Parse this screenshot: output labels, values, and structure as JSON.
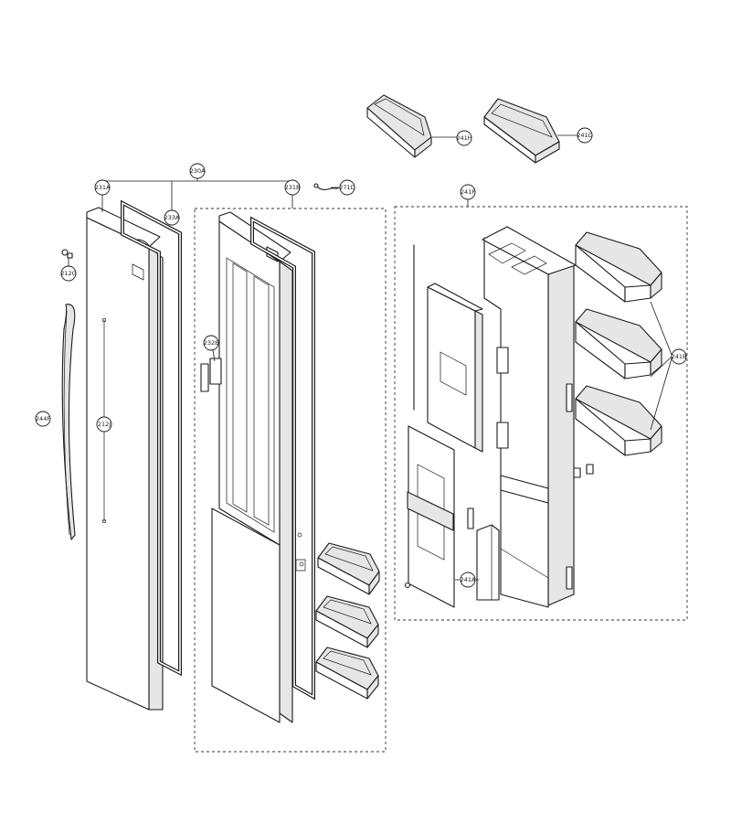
{
  "callouts": {
    "c241H": "241H",
    "c241D": "241D",
    "c230A": "230A",
    "c231A": "231A",
    "c231B": "231B",
    "c271D": "271D",
    "c241F": "241F",
    "c233A": "233A",
    "c212G": "212G",
    "c232E": "232E",
    "c241B": "241B",
    "c244F": "244F",
    "c212J": "212J",
    "c241A": "241A"
  }
}
